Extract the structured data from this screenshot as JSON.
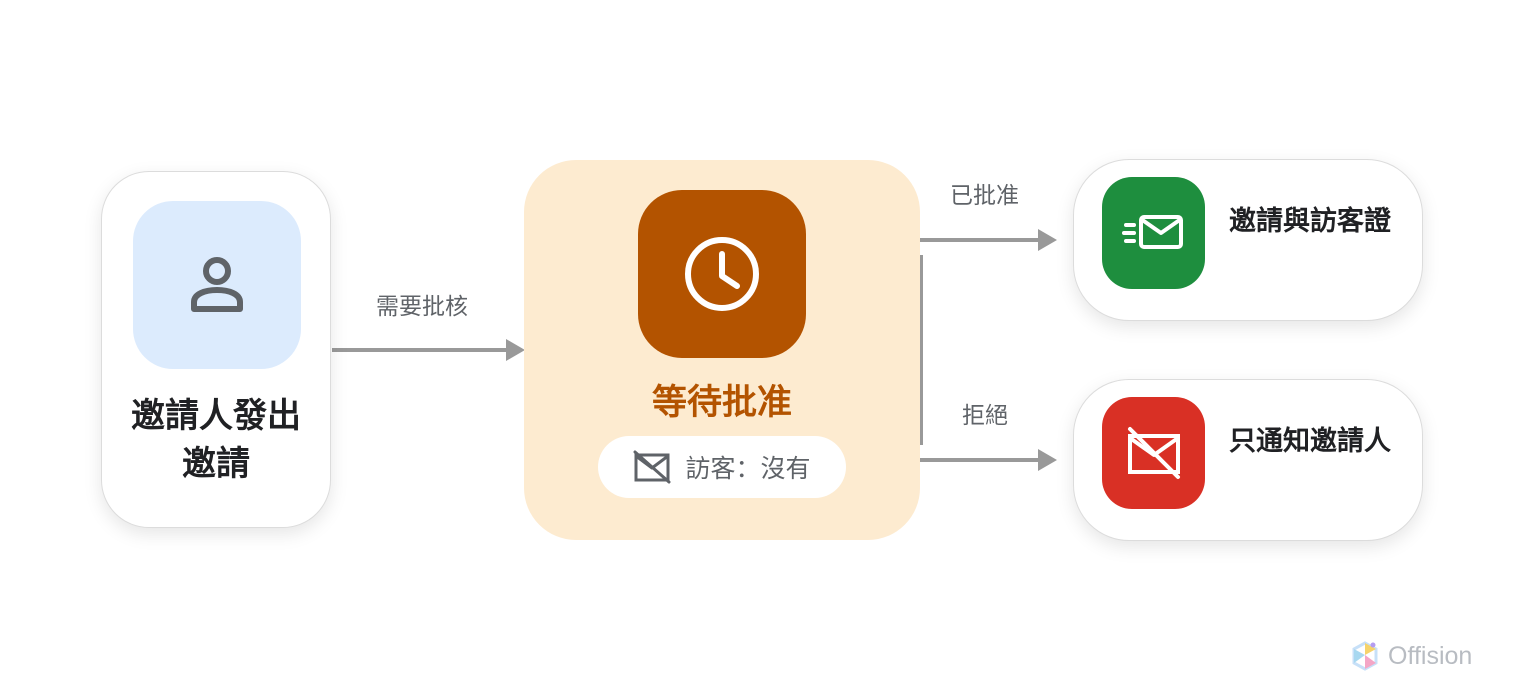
{
  "nodes": {
    "inviter": {
      "label": "邀請人發出邀請",
      "icon": "person-icon"
    },
    "pending": {
      "label": "等待批准",
      "icon": "clock-icon",
      "status": "訪客：沒有",
      "status_icon": "mail-off-icon"
    },
    "approved": {
      "label": "邀請與訪客證",
      "icon": "mail-send-icon"
    },
    "rejected": {
      "label": "只通知邀請人",
      "icon": "mail-off-icon"
    }
  },
  "edges": {
    "needs_review": "需要批核",
    "approved": "已批准",
    "rejected": "拒絕"
  },
  "brand": {
    "name": "Offision"
  },
  "colors": {
    "inviter_bg": "#dcebfd",
    "pending_bg": "#fdebd0",
    "pending_accent": "#b35300",
    "approved": "#1e8e3e",
    "rejected": "#d93025",
    "connector": "#999999"
  }
}
